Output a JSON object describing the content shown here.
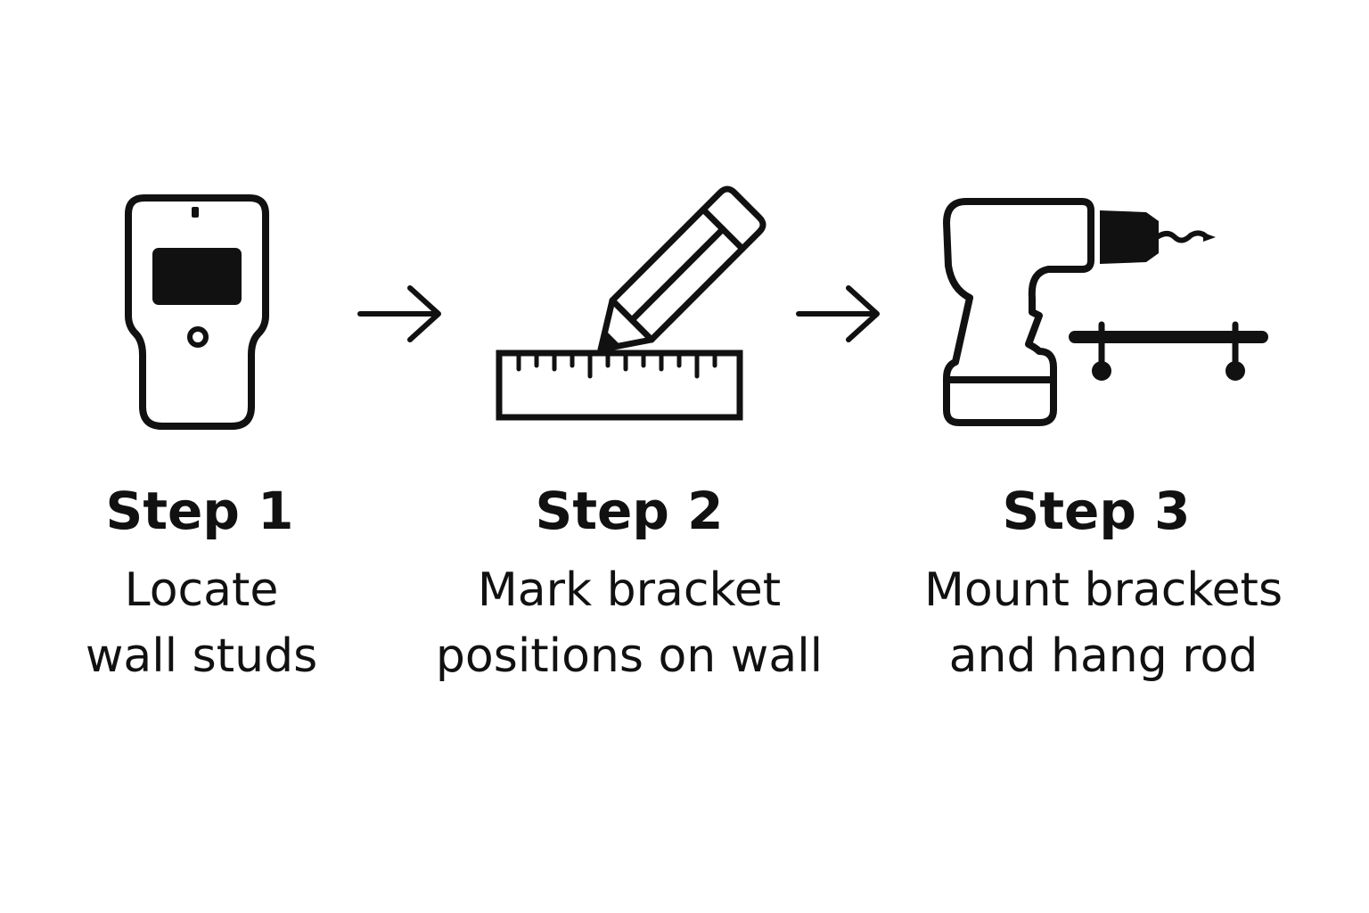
{
  "colors": {
    "ink": "#111111",
    "background": "#ffffff"
  },
  "steps": [
    {
      "title": "Step 1",
      "lines": [
        "Locate",
        "wall studs"
      ],
      "icon": "stud-finder-icon"
    },
    {
      "title": "Step 2",
      "lines": [
        "Mark bracket",
        "positions on wall"
      ],
      "icon": "pencil-and-ruler-icon"
    },
    {
      "title": "Step 3",
      "lines": [
        "Mount brackets",
        "and hang rod"
      ],
      "icon": "drill-and-rod-icon"
    }
  ],
  "connectors": [
    "right-arrow-icon",
    "right-arrow-icon"
  ]
}
